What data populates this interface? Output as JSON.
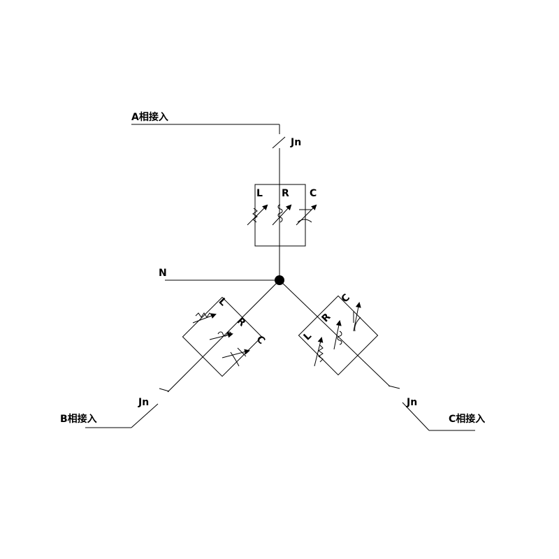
{
  "phases": {
    "a": {
      "label": "A相接入",
      "switch_label": "Jn"
    },
    "b": {
      "label": "B相接入",
      "switch_label": "Jn"
    },
    "c": {
      "label": "C相接入",
      "switch_label": "Jn"
    }
  },
  "neutral": {
    "label": "N"
  },
  "components": {
    "inductor": "L",
    "resistor": "R",
    "capacitor": "C"
  }
}
